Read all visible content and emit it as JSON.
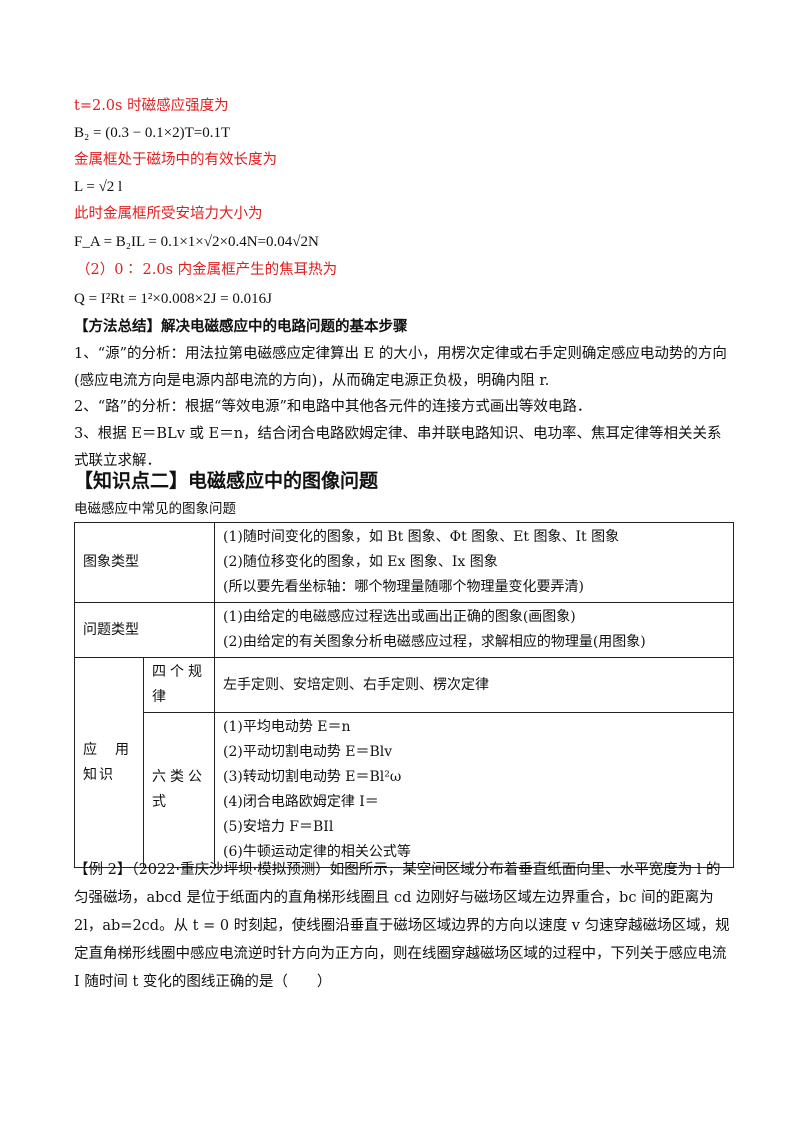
{
  "solution": {
    "l1": "t=2.0s 时磁感应强度为",
    "l2": "B₂ = (0.3 − 0.1×2)T=0.1T",
    "l3": "金属框处于磁场中的有效长度为",
    "l4": "L = √2 l",
    "l5": "此时金属框所受安培力大小为",
    "l6": "F_A = B₂IL = 0.1×1×√2×0.4N=0.04√2N",
    "l7": "（2）0∶ 2.0s 内金属框产生的焦耳热为",
    "l8": "Q = I²Rt = 1²×0.008×2J = 0.016J"
  },
  "method": {
    "title": "【方法总结】解决电磁感应中的电路问题的基本步骤",
    "p1": "1、“源”的分析：用法拉第电磁感应定律算出 E 的大小，用楞次定律或右手定则确定感应电动势的方向(感应电流方向是电源内部电流的方向)，从而确定电源正负极，明确内阻 r.",
    "p2": "2、“路”的分析：根据“等效电源”和电路中其他各元件的连接方式画出等效电路．",
    "p3": "3、根据 E＝BLv 或 E＝n，结合闭合电路欧姆定律、串并联电路知识、电功率、焦耳定律等相关关系式联立求解．"
  },
  "section": {
    "heading": "【知识点二】电磁感应中的图像问题",
    "intro": "电磁感应中常见的图象问题"
  },
  "table": {
    "r1_head": "图象类型",
    "r1_c1": "(1)随时间变化的图象，如 Bt 图象、Φt 图象、Et 图象、It 图象",
    "r1_c2": "(2)随位移变化的图象，如 Ex 图象、Ix 图象",
    "r1_c3": "(所以要先看坐标轴：哪个物理量随哪个物理量变化要弄清)",
    "r2_head": "问题类型",
    "r2_c1": "(1)由给定的电磁感应过程选出或画出正确的图象(画图象)",
    "r2_c2": "(2)由给定的有关图象分析电磁感应过程，求解相应的物理量(用图象)",
    "r3_head": "应　用知识",
    "r3_sub1": "四个规律",
    "r3_sub1_val": "左手定则、安培定则、右手定则、楞次定律",
    "r3_sub2": "六类公式",
    "f1": "(1)平均电动势 E＝n",
    "f2": "(2)平动切割电动势 E＝Blv",
    "f3": "(3)转动切割电动势 E＝Bl²ω",
    "f4": "(4)闭合电路欧姆定律 I＝",
    "f5": "(5)安培力 F＝BIl",
    "f6": "(6)牛顿运动定律的相关公式等"
  },
  "example": {
    "text": "【例 2】（2022·重庆沙坪坝·模拟预测）如图所示，某空间区域分布着垂直纸面向里、水平宽度为 l 的匀强磁场，abcd 是位于纸面内的直角梯形线圈且 cd 边刚好与磁场区域左边界重合，bc 间的距离为 2l，ab=2cd。从 t = 0 时刻起，使线圈沿垂直于磁场区域边界的方向以速度 v 匀速穿越磁场区域，规定直角梯形线圈中感应电流逆时针方向为正方向，则在线圈穿越磁场区域的过程中，下列关于感应电流 I 随时间 t 变化的图线正确的是（　　）"
  }
}
